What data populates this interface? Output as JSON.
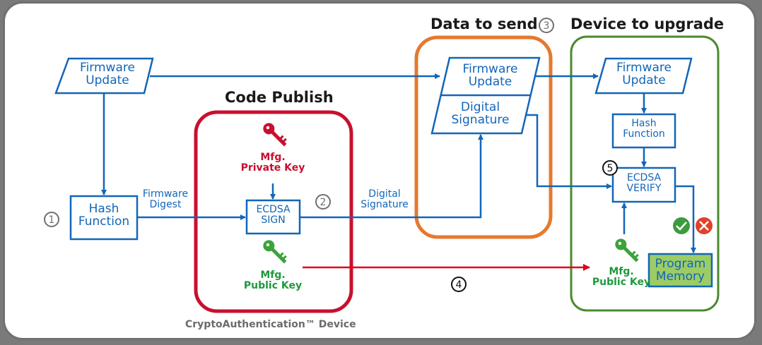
{
  "groups": {
    "code_publish": {
      "title": "Code Publish",
      "color": "#c8102e",
      "footer": "CryptoAuthentication™ Device"
    },
    "data_to_send": {
      "title": "Data to send",
      "color": "#e5792f",
      "step": "3"
    },
    "device_to_upgrade": {
      "title": "Device to upgrade",
      "color": "#4a8a2c"
    }
  },
  "nodes": {
    "firmware_update_src": {
      "line1": "Firmware",
      "line2": "Update"
    },
    "hash_function_src": {
      "line1": "Hash",
      "line2": "Function"
    },
    "ecdsa_sign": {
      "line1": "ECDSA",
      "line2": "SIGN"
    },
    "private_key": {
      "line1": "Mfg.",
      "line2": "Private Key"
    },
    "public_key_src": {
      "line1": "Mfg.",
      "line2": "Public Key"
    },
    "send_firmware": {
      "line1": "Firmware",
      "line2": "Update"
    },
    "send_signature": {
      "line1": "Digital",
      "line2": "Signature"
    },
    "device_firmware": {
      "line1": "Firmware",
      "line2": "Update"
    },
    "device_hash": {
      "line1": "Hash",
      "line2": "Function"
    },
    "ecdsa_verify": {
      "line1": "ECDSA",
      "line2": "VERIFY"
    },
    "public_key_dev": {
      "line1": "Mfg.",
      "line2": "Public Key"
    },
    "program_memory": {
      "line1": "Program",
      "line2": "Memory"
    }
  },
  "edge_labels": {
    "firmware_digest": {
      "line1": "Firmware",
      "line2": "Digest"
    },
    "digital_signature": {
      "line1": "Digital",
      "line2": "Signature"
    }
  },
  "steps": [
    "1",
    "2",
    "3",
    "4",
    "5"
  ],
  "colors": {
    "flow": "#1266b8",
    "key_transfer": "#e0001b",
    "memory_fill": "#9ccc65"
  }
}
